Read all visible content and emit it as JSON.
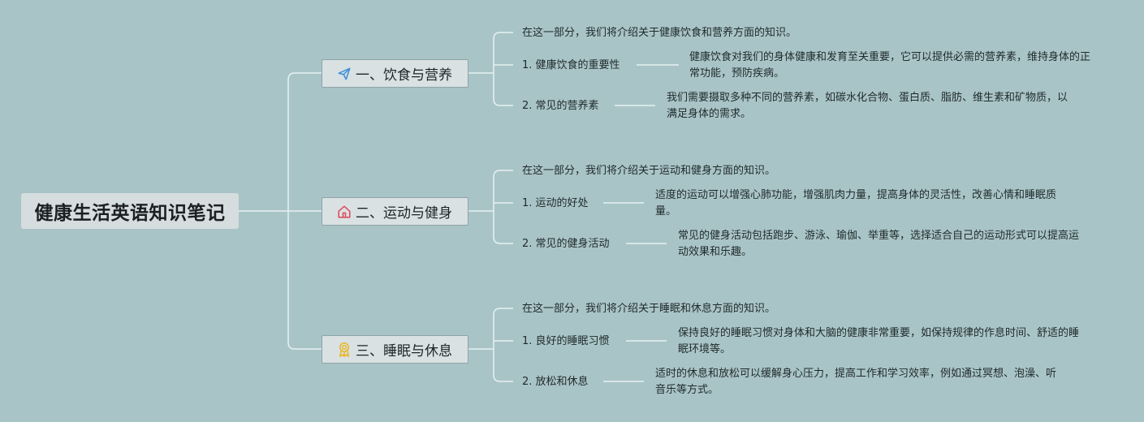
{
  "root": {
    "title": "健康生活英语知识笔记"
  },
  "branches": [
    {
      "title": "一、饮食与营养",
      "icon": "paper-plane-icon",
      "icon_color": "#3a8fd8",
      "intro": "在这一部分，我们将介绍关于健康饮食和营养方面的知识。",
      "items": [
        {
          "label": "1. 健康饮食的重要性",
          "desc": "健康饮食对我们的身体健康和发育至关重要，它可以提供必需的营养素，维持身体的正常功能，预防疾病。"
        },
        {
          "label": "2. 常见的营养素",
          "desc": "我们需要摄取多种不同的营养素，如碳水化合物、蛋白质、脂肪、维生素和矿物质，以满足身体的需求。"
        }
      ]
    },
    {
      "title": "二、运动与健身",
      "icon": "home-icon",
      "icon_color": "#e0445a",
      "intro": "在这一部分，我们将介绍关于运动和健身方面的知识。",
      "items": [
        {
          "label": "1. 运动的好处",
          "desc": "适度的运动可以增强心肺功能，增强肌肉力量，提高身体的灵活性，改善心情和睡眠质量。"
        },
        {
          "label": "2. 常见的健身活动",
          "desc": "常见的健身活动包括跑步、游泳、瑜伽、举重等，选择适合自己的运动形式可以提高运动效果和乐趣。"
        }
      ]
    },
    {
      "title": "三、睡眠与休息",
      "icon": "award-ribbon-icon",
      "icon_color": "#e8b623",
      "intro": "在这一部分，我们将介绍关于睡眠和休息方面的知识。",
      "items": [
        {
          "label": "1. 良好的睡眠习惯",
          "desc": "保持良好的睡眠习惯对身体和大脑的健康非常重要，如保持规律的作息时间、舒适的睡眠环境等。"
        },
        {
          "label": "2. 放松和休息",
          "desc": "适时的休息和放松可以缓解身心压力，提高工作和学习效率，例如通过冥想、泡澡、听音乐等方式。"
        }
      ]
    }
  ]
}
